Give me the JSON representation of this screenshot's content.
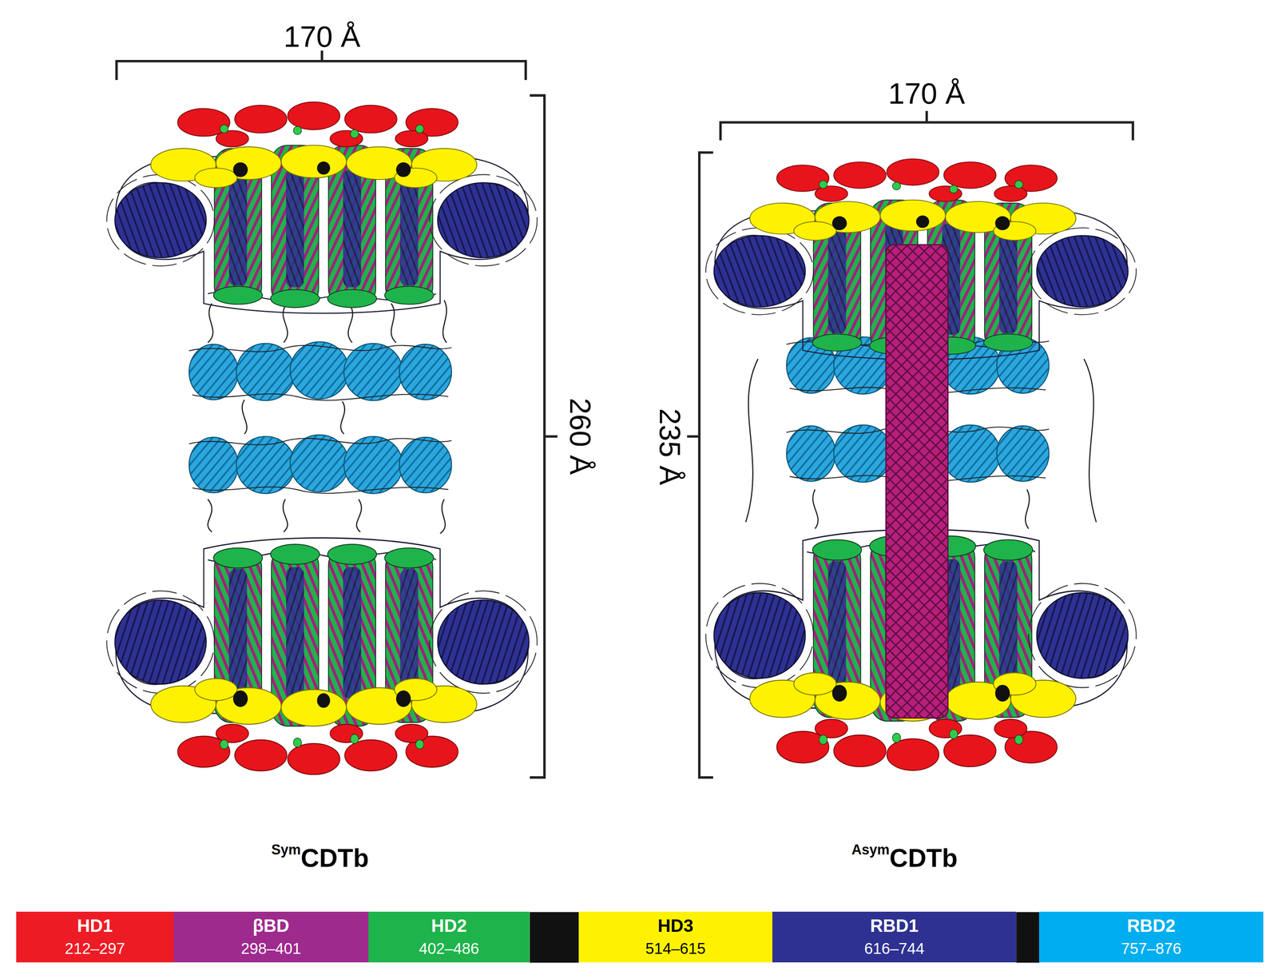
{
  "diagram": {
    "labels": [
      "170 Å",
      "260 Å",
      "170 Å",
      "235 Å",
      "Sym",
      "CDTb",
      "Asym",
      "CDTb",
      "212–297",
      "298–401",
      "402–486",
      "514–615",
      "616–744",
      "757–876"
    ],
    "legend": [
      {
        "text": "HD1",
        "color": "#ed1c24"
      },
      {
        "text": "βBD",
        "color": "#9e2a8e"
      },
      {
        "text": "HD2",
        "color": "#1fb34b"
      },
      {
        "text": "HD3",
        "color": "#fff200"
      },
      {
        "text": "RBD1",
        "color": "#2e3192"
      },
      {
        "text": "RBD2",
        "color": "#00aeef"
      }
    ]
  }
}
